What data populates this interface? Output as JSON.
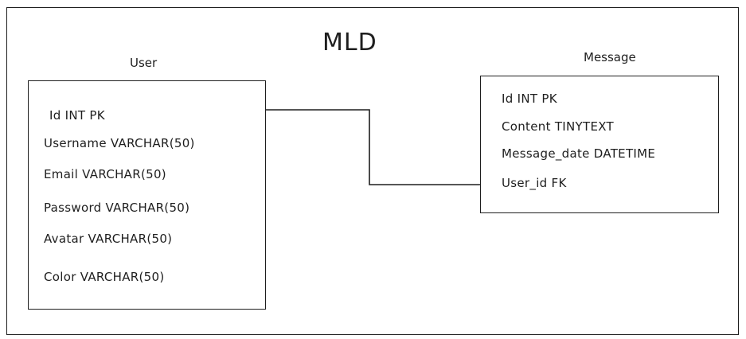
{
  "diagram": {
    "title": "MLD",
    "entities": {
      "user": {
        "name": "User",
        "fields": [
          "Id  INT PK",
          "Username VARCHAR(50)",
          "Email VARCHAR(50)",
          "Password VARCHAR(50)",
          "Avatar VARCHAR(50)",
          "Color VARCHAR(50)"
        ]
      },
      "message": {
        "name": "Message",
        "fields": [
          "Id INT PK",
          "Content  TINYTEXT",
          "Message_date DATETIME",
          "User_id FK"
        ]
      }
    }
  }
}
